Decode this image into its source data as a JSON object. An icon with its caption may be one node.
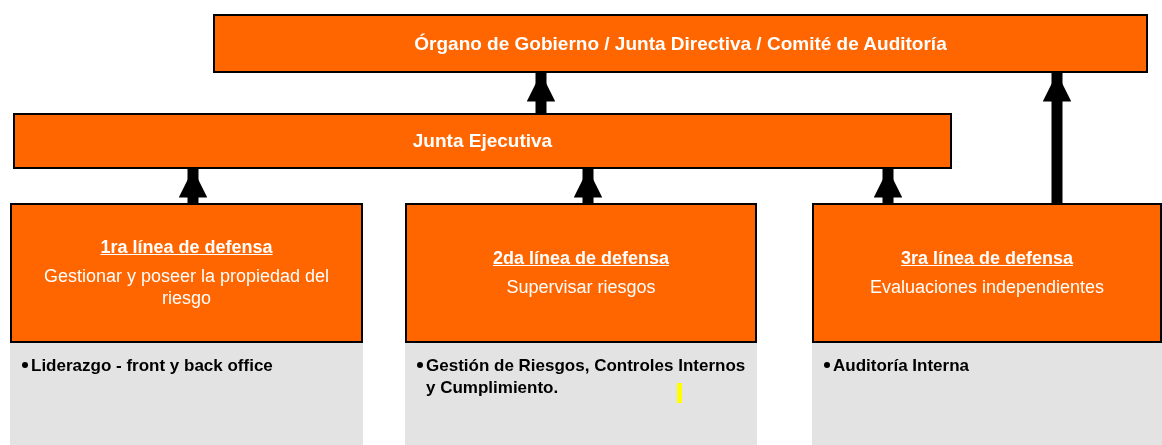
{
  "diagram": {
    "nodes": [
      {
        "text": [
          "Órgano de Gobierno / Junta Directiva / Comité de Auditoría"
        ]
      },
      {
        "text": [
          "Junta Ejecutiva"
        ]
      },
      {
        "text": [
          "1ra línea de defensa",
          "Gestionar y poseer la propiedad del riesgo"
        ]
      },
      {
        "text": [
          "Liderazgo - front y back office"
        ]
      },
      {
        "text": [
          "2da línea de defensa",
          "Supervisar riesgos"
        ]
      },
      {
        "text": [
          "Gestión de Riesgos, Controles Internos y Cumplimiento."
        ]
      },
      {
        "text": [
          "3ra línea de defensa",
          "Evaluaciones independientes"
        ]
      },
      {
        "text": [
          "Auditoría Interna"
        ]
      }
    ],
    "edges": [
      {
        "from": 1,
        "to": 0,
        "arrow": "to"
      },
      {
        "from": 2,
        "to": 1,
        "arrow": "to"
      },
      {
        "from": 4,
        "to": 1,
        "arrow": "to"
      },
      {
        "from": 6,
        "to": 1,
        "arrow": "to"
      },
      {
        "from": 6,
        "to": 0,
        "arrow": "to"
      }
    ]
  }
}
